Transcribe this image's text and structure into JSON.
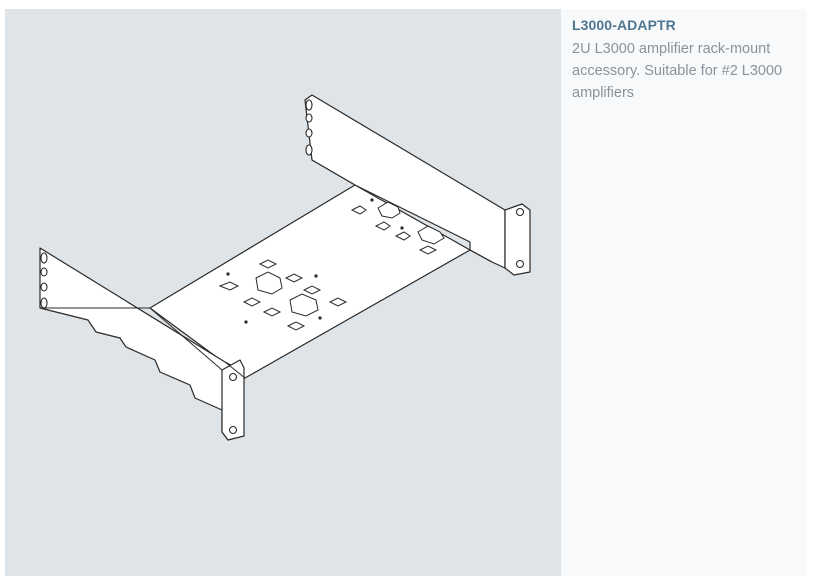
{
  "product": {
    "code": "L3000-ADAPTR",
    "description": "2U L3000 amplifier rack-mount accessory. Suitable for #2 L3000 amplifiers"
  },
  "colors": {
    "panel_bg": "#dfe4e8",
    "info_bg": "#f8f9fb",
    "code_text": "#4f7690",
    "desc_text": "#8a939b",
    "line_art": "#2a2a2a"
  },
  "image": {
    "icon": "rack-mount-adapter-drawing"
  }
}
